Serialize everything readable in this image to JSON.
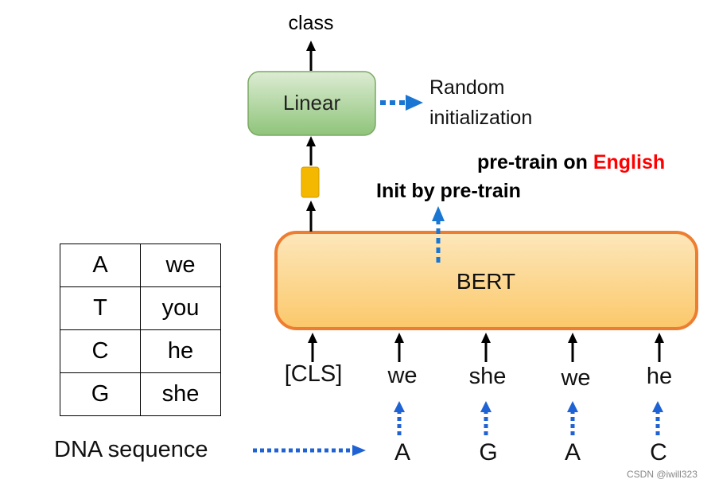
{
  "output_label": "class",
  "linear_label": "Linear",
  "random_init_lines": [
    "Random",
    "initialization"
  ],
  "pretrain_prefix": "pre-train on ",
  "pretrain_language": "English",
  "init_by_pretrain": "Init by pre-train",
  "bert_label": "BERT",
  "cls_token": "[CLS]",
  "tokens": [
    "we",
    "she",
    "we",
    "he"
  ],
  "dna_label": "DNA sequence",
  "dna_bases": [
    "A",
    "G",
    "A",
    "C"
  ],
  "mapping": [
    {
      "base": "A",
      "word": "we"
    },
    {
      "base": "T",
      "word": "you"
    },
    {
      "base": "C",
      "word": "he"
    },
    {
      "base": "G",
      "word": "she"
    }
  ],
  "watermark": "CSDN @iwill323",
  "colors": {
    "linear_fill_top": "#dcecd3",
    "linear_fill_bottom": "#8fc47a",
    "linear_border": "#7aa862",
    "bert_fill_top": "#fde7bb",
    "bert_fill_bottom": "#fbc86a",
    "bert_border": "#ed7d31",
    "cls_vector": "#f5b800",
    "arrow_black": "#000000",
    "arrow_blue_dotted": "#1f62d4",
    "arrow_blue_init": "#1976d2",
    "english_red": "#ff0000"
  }
}
